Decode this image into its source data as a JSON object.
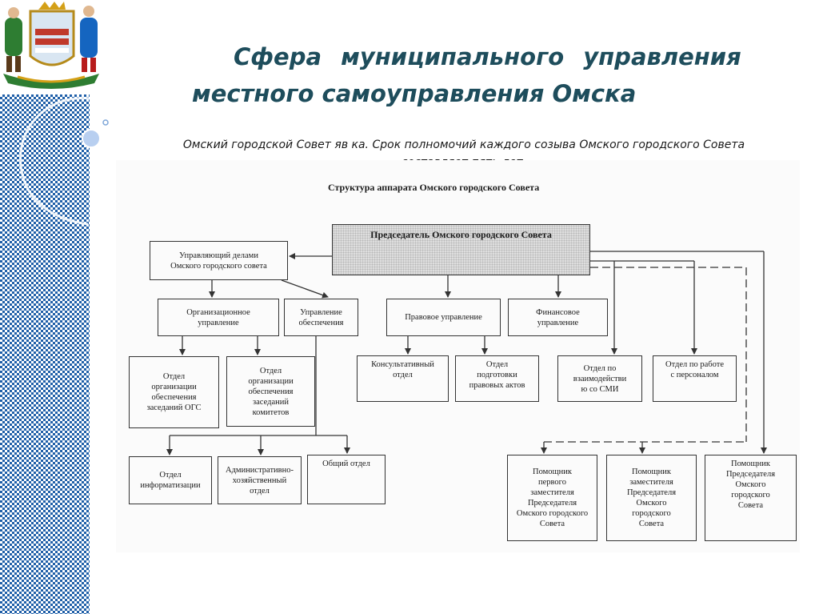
{
  "slide": {
    "title_line1": "Сфера муниципального управления",
    "title_line2": "местного самоуправления Омска",
    "subtitle": "Омский городской Совет яв ка. Срок полномочий каждого созыва Омского городского Совета составляет пять лет."
  },
  "chart": {
    "title": "Структура аппарата Омского городского Совета",
    "nodes": {
      "chair": "Председатель Омского городского Совета",
      "manager": "Управляющий делами\nОмского городского совета",
      "org_dept": "Организационное\nуправление",
      "support_dept": "Управление\nобеспечения",
      "legal_dept": "Правовое управление",
      "finance_dept": "Финансовое\nуправление",
      "ogs_sessions": "Отдел\nорганизации\nобеспечения\nзаседаний ОГС",
      "committee_sessions": "Отдел\nорганизации\nобеспечения\nзаседаний\nкомитетов",
      "consulting": "Консультативный\nотдел",
      "legal_acts": "Отдел\nподготовки\nправовых актов",
      "media": "Отдел по\nвзаимодействи\nю со СМИ",
      "personnel": "Отдел по работе\nс персоналом",
      "informatization": "Отдел\nинформатизации",
      "admin_econ": "Административно-\nхозяйственный\nотдел",
      "general": "Общий отдел",
      "asst_first_deputy": "Помощник\nпервого\nзаместителя\nПредседателя\nОмского городского\nСовета",
      "asst_deputy": "Помощник\nзаместителя\nПредседателя\nОмского\nгородского\nСовета",
      "asst_chair": "Помощник\nПредседателя\nОмского\nгородского\nСовета"
    }
  },
  "colors": {
    "title": "#1e4d5c",
    "pattern": "#1f5fa8",
    "ink": "#333333"
  },
  "icons": {
    "emblem": "omsk-coat-of-arms-icon"
  }
}
